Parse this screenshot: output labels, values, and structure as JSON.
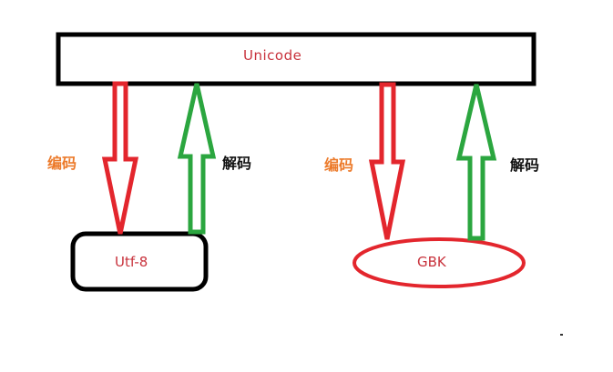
{
  "diagram": {
    "top_box": {
      "label": "Unicode"
    },
    "left_node": {
      "label": "Utf-8"
    },
    "right_node": {
      "label": "GBK"
    },
    "left_encode_label": "编码",
    "left_decode_label": "解码",
    "right_encode_label": "编码",
    "right_decode_label": "解码"
  },
  "colors": {
    "encode_arrow": "#e3262d",
    "decode_arrow": "#2ba63f",
    "box_border": "#000000",
    "gbk_border": "#e3262d",
    "box_text": "#c8323c",
    "encode_text": "#ec7a2a",
    "decode_text": "#111111"
  },
  "icons": {
    "encode_arrow": "down-arrow-icon",
    "decode_arrow": "up-arrow-icon"
  }
}
